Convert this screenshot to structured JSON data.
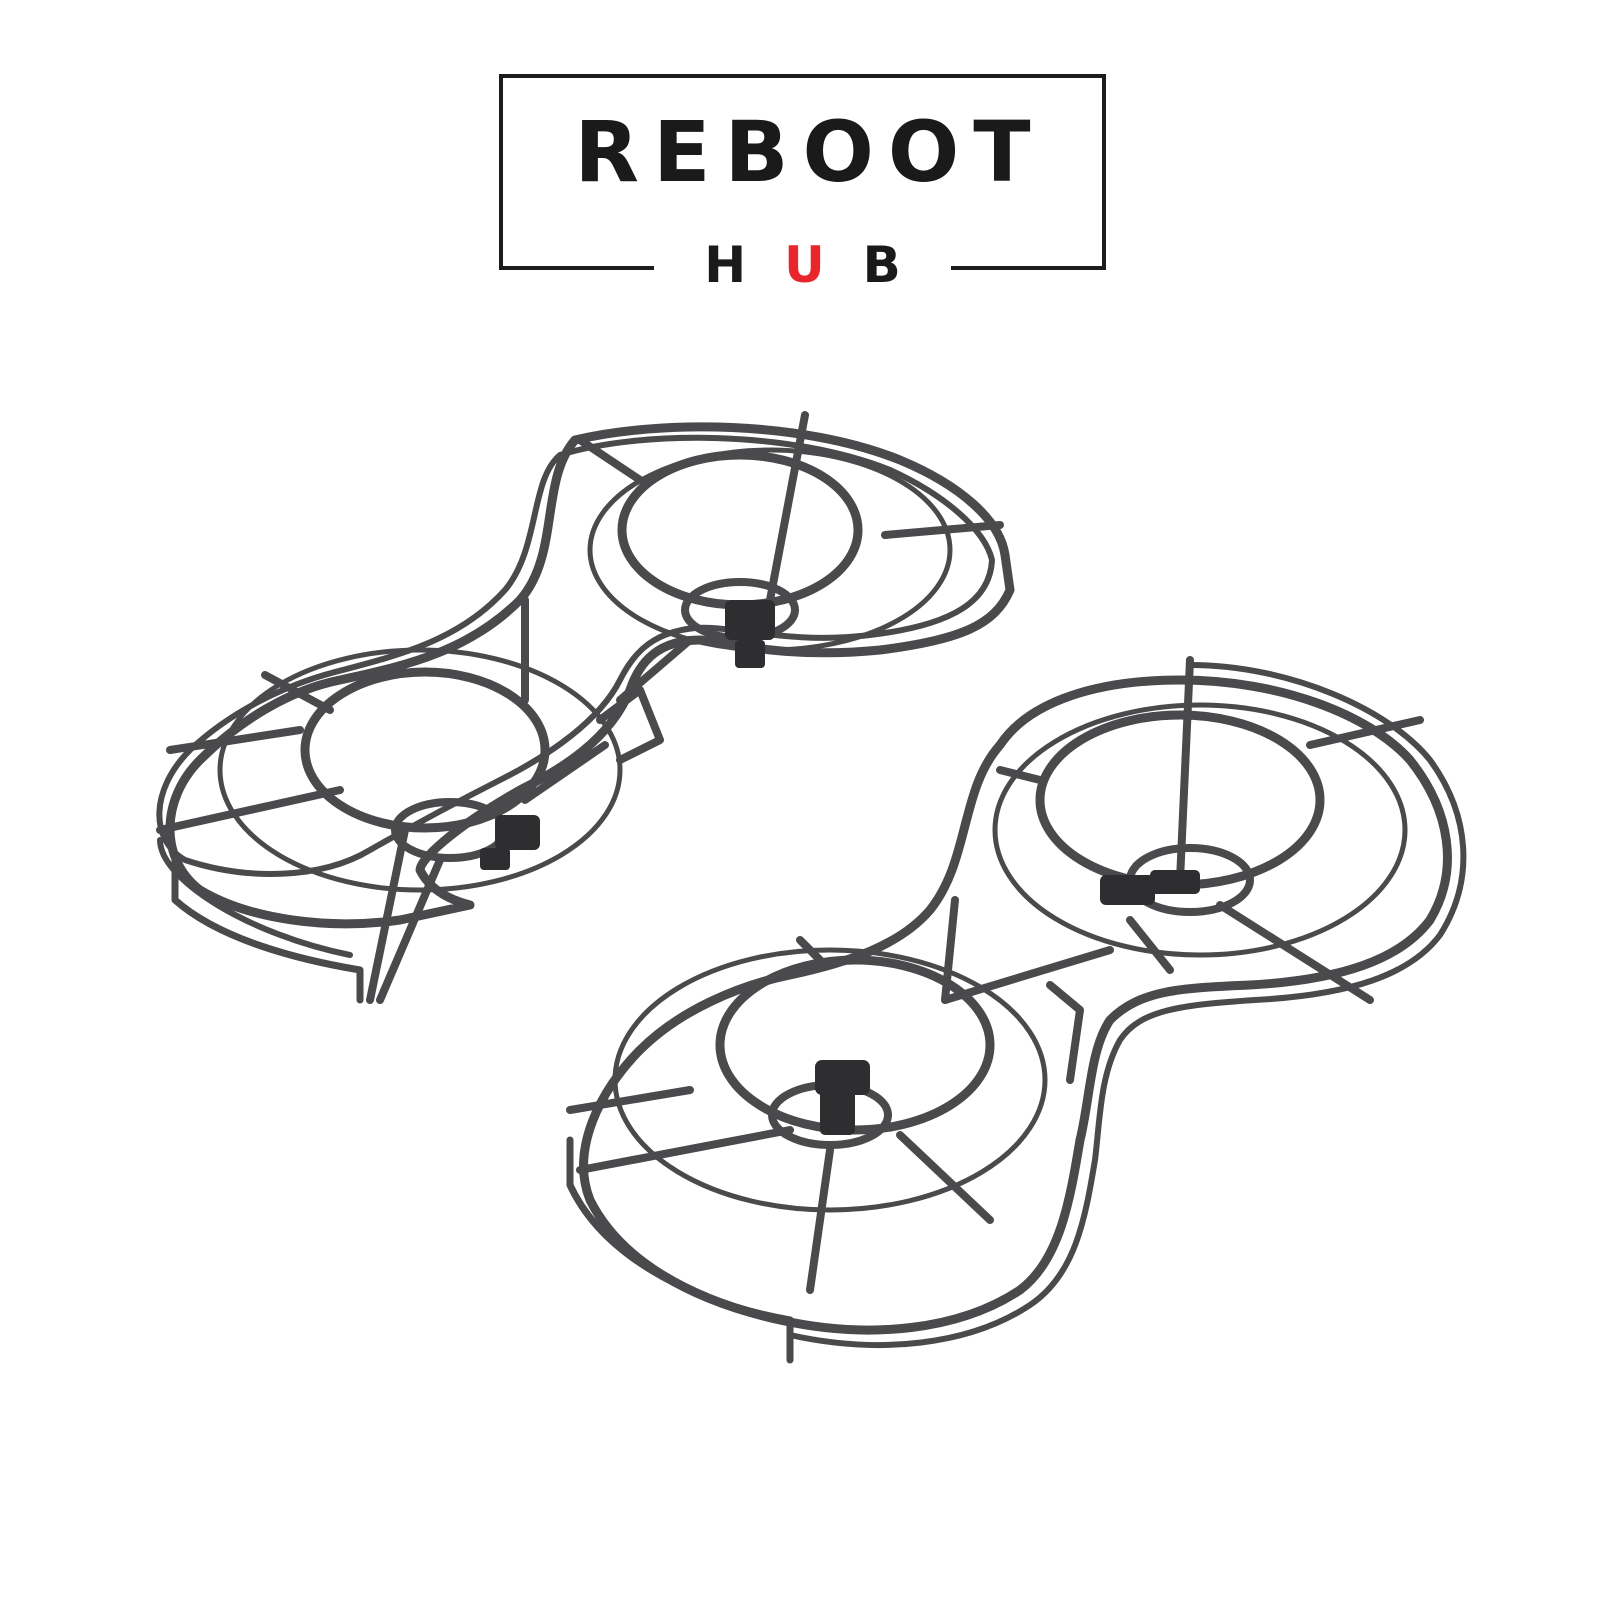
{
  "logo": {
    "main_text": "REBOOT",
    "sub_text_before": "H",
    "sub_text_accent": "U",
    "sub_text_after": "B",
    "text_color": "#1a1a1a",
    "accent_color": "#e8262b",
    "frame_color": "#1c1c1c"
  },
  "product": {
    "description": "Two 360-degree propeller guard cages",
    "item_count": 2,
    "frame_color": "#4a4a4c",
    "mount_color": "#2e2e30",
    "background": "#ffffff"
  }
}
